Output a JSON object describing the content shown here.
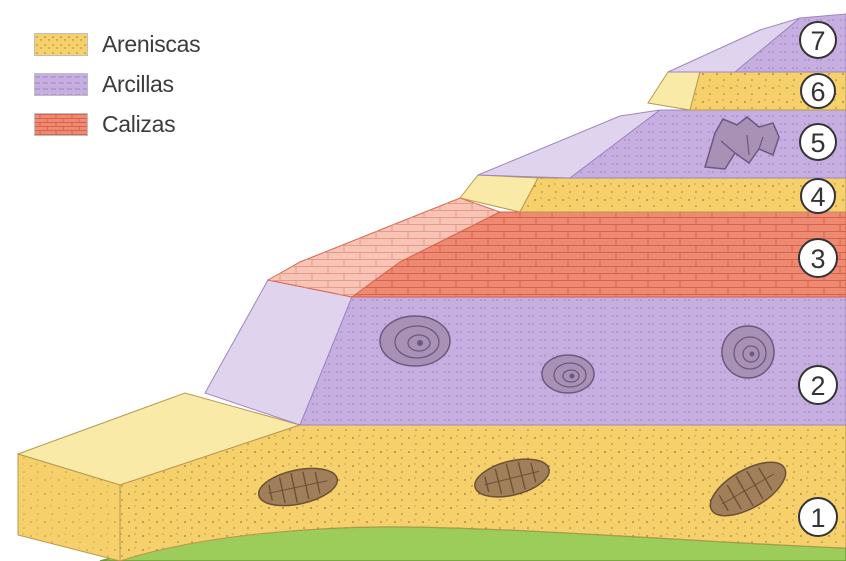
{
  "legend": [
    {
      "label": "Areniscas",
      "rock": "sandstone",
      "color": "#f6d06b"
    },
    {
      "label": "Arcillas",
      "rock": "clay",
      "color": "#c6aee0"
    },
    {
      "label": "Calizas",
      "rock": "limestone",
      "color": "#ef8a72"
    }
  ],
  "layers": [
    {
      "number": "1",
      "rock": "sandstone",
      "fossils": [
        "trilobite",
        "trilobite",
        "trilobite"
      ]
    },
    {
      "number": "2",
      "rock": "clay",
      "fossils": [
        "ammonite",
        "ammonite",
        "ammonite"
      ]
    },
    {
      "number": "3",
      "rock": "limestone",
      "fossils": []
    },
    {
      "number": "4",
      "rock": "sandstone",
      "fossils": []
    },
    {
      "number": "5",
      "rock": "clay",
      "fossils": [
        "dinosaur-footprint"
      ]
    },
    {
      "number": "6",
      "rock": "sandstone",
      "fossils": []
    },
    {
      "number": "7",
      "rock": "clay",
      "fossils": []
    }
  ],
  "colors": {
    "sandstone": "#f6d06b",
    "sandstone_top": "#faeaa8",
    "clay": "#c6aee0",
    "clay_top": "#e0d3ee",
    "limestone": "#ef8a72",
    "limestone_top": "#f7c4b6",
    "grass": "#9ccc5a",
    "fossil": "#a07f5a"
  }
}
